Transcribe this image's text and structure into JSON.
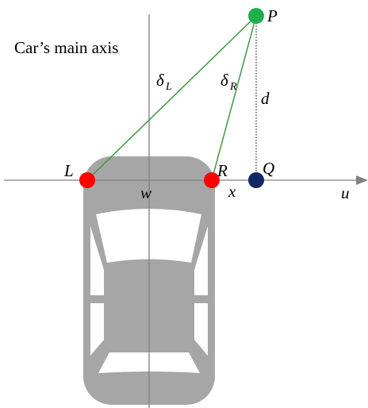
{
  "diagram": {
    "axis_caption": "Car’s main axis",
    "points": {
      "P": "P",
      "L": "L",
      "R": "R",
      "Q": "Q"
    },
    "distances": {
      "delta_symbol": "δ",
      "left_sub": "L",
      "right_sub": "R",
      "d": "d",
      "w": "w",
      "x": "x"
    },
    "horizontal_axis": "u",
    "colors": {
      "axis": "#808080",
      "car_body": "#a6a6a6",
      "sight_line": "#3f9a3f",
      "point_P": "#20b04b",
      "point_L_R": "#ff0000",
      "point_Q": "#102766"
    }
  }
}
